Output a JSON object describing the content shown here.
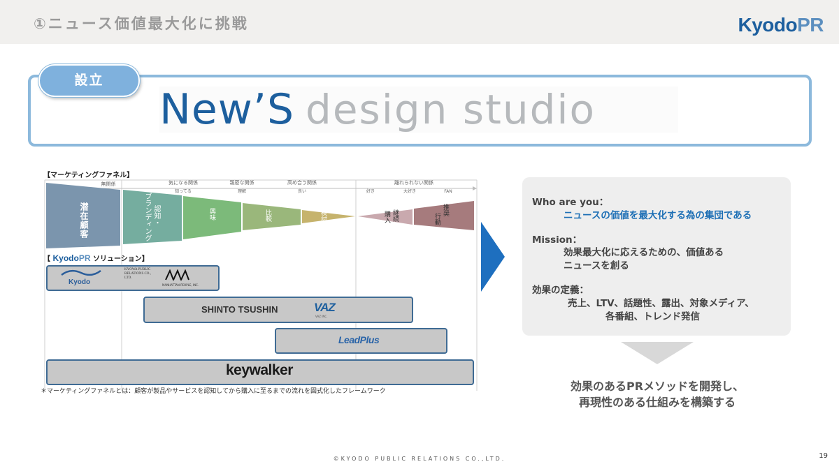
{
  "header": {
    "title": "①ニュース価値最大化に挑戦",
    "logo_kyodo": "Kyodo",
    "logo_pr": "PR"
  },
  "banner": {
    "badge": "設立",
    "name_part1": "New’S",
    "name_part2": "design studio"
  },
  "funnel": {
    "label": "【マーケティングファネル】",
    "relations": [
      "無関係",
      "気になる関係",
      "親密な関係",
      "高め合う関係",
      "離れられない関係"
    ],
    "levels": [
      "知ってる",
      "理解",
      "良い",
      "好き",
      "大好き",
      "FAN"
    ],
    "segments": [
      {
        "text": "潜在顧客",
        "color": "#7b95ad"
      },
      {
        "text": "ブランディング",
        "color": "#75ad9f"
      },
      {
        "text": "認知・",
        "color": "#75ad9f"
      },
      {
        "text": "興味",
        "color": "#7cba7a"
      },
      {
        "text": "比較",
        "color": "#9ab77b"
      },
      {
        "text": "検討",
        "color": "#c6b36d"
      },
      {
        "text": "継続",
        "color": "#c9a9ae"
      },
      {
        "text": "購入",
        "color": "#c9a9ae"
      },
      {
        "text": "推奨",
        "color": "#a67b7d"
      },
      {
        "text": "行動",
        "color": "#a67b7d"
      }
    ]
  },
  "solutions": {
    "label_pre": "【 ",
    "label_kyodo": "Kyodo",
    "label_pr": "PR",
    "label_post": " ソリューション】",
    "kyodo": "Kyodo",
    "kyowa": "KYOWA PUBLIC RELATIONS CO., LTD.",
    "manhattan": "MANHATTAN PEOPLE, INC.",
    "shinto": "SHINTO TSUSHIN",
    "vaz": "VAZ",
    "vaz_sub": "VAZ INC.",
    "leadplus": "LeadPlus",
    "keywalker": "keywalker"
  },
  "footnote": "＊マーケティングファネルとは：顧客が製品やサービスを認知してから購入に至るまでの流れを図式化したフレームワーク",
  "info": {
    "who_label": "Who are you：",
    "who_text": "ニュースの価値を最大化する為の集団である",
    "mission_label": "Mission：",
    "mission_line1": "効果最大化に応えるための、価値ある",
    "mission_line2": "ニュースを創る",
    "def_label": "効果の定義：",
    "def_line1": "売上、LTV、話題性、露出、対象メディア、",
    "def_line2": "各番組、トレンド発信"
  },
  "conclusion": {
    "line1": "効果のあるPRメソッドを開発し、",
    "line2": "再現性のある仕組みを構築する"
  },
  "copyright": "©KYODO PUBLIC RELATIONS CO.,LTD.",
  "page_number": "19"
}
